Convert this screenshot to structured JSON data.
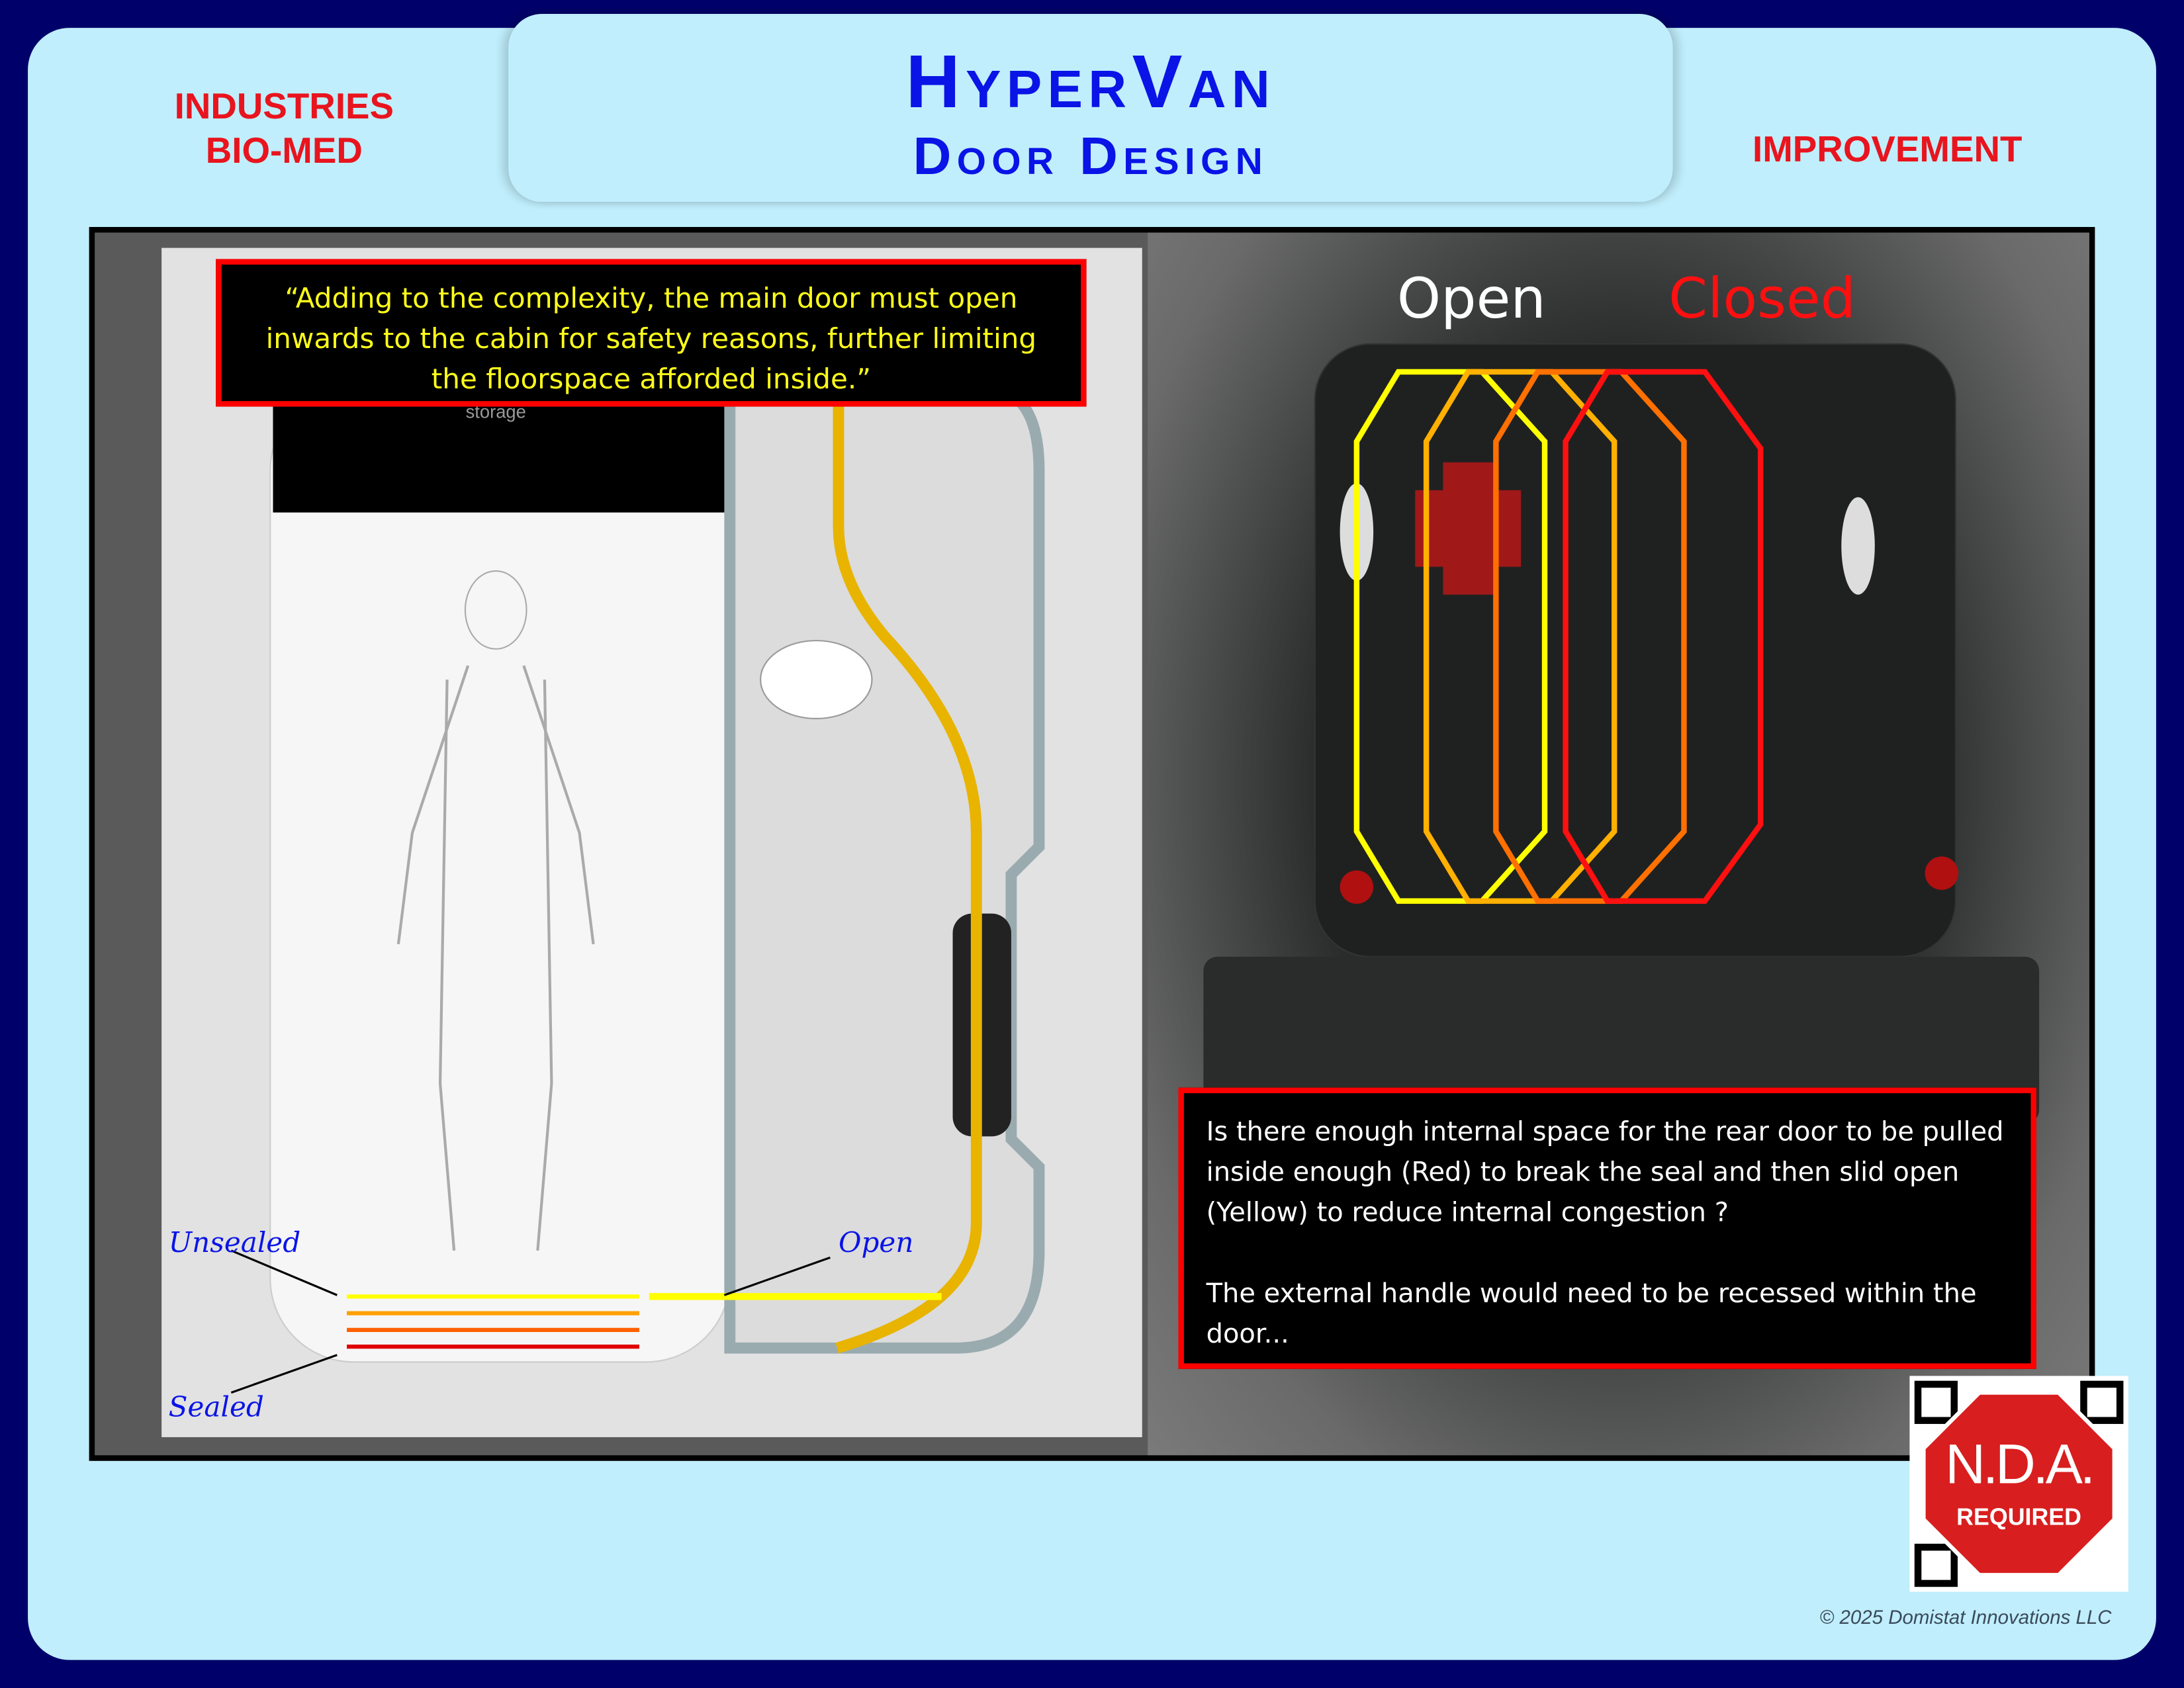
{
  "header": {
    "left_lines": [
      "INDUSTRIES",
      "BIO-MED"
    ],
    "title": "HyperVan",
    "subtitle": "Door Design",
    "right": "IMPROVEMENT"
  },
  "left_diagram": {
    "quote": "“Adding to the complexity, the main door must open inwards to the cabin for safety reasons, further limiting the floorspace afforded inside.”",
    "storage_label": "storage",
    "label_unsealed": "Unsealed",
    "label_sealed": "Sealed",
    "label_open": "Open"
  },
  "right_image": {
    "label_open": "Open",
    "label_closed": "Closed",
    "question": "Is there enough internal space for the rear door to be pulled inside enough (Red) to break the seal and then slid open (Yellow) to reduce internal congestion ?",
    "note": "The external handle would need to be recessed within the door..."
  },
  "badge": {
    "line1": "N.D.A.",
    "line2": "REQUIRED"
  },
  "footer": {
    "copyright": "© 2025 Domistat Innovations LLC"
  },
  "colors": {
    "background": "#00006a",
    "panel": "#c0eefc",
    "title": "#0a14e6",
    "accent_red": "#ff0000",
    "quote_yellow": "#ffff1a"
  }
}
